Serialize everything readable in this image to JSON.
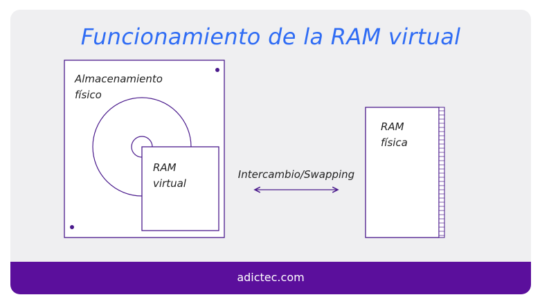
{
  "title": "Funcionamiento de la RAM virtual",
  "storage": {
    "label_line1": "Almacenamiento",
    "label_line2": "físico"
  },
  "virtual_ram": {
    "label_line1": "RAM",
    "label_line2": "virtual"
  },
  "swap": {
    "label": "Intercambio/Swapping"
  },
  "physical_ram": {
    "label_line1": "RAM",
    "label_line2": "física"
  },
  "footer": {
    "site": "adictec.com"
  },
  "colors": {
    "accent": "#5b0f9c",
    "title": "#2f6cf4",
    "outline": "#4a1a8c",
    "card_bg": "#efeff1"
  }
}
